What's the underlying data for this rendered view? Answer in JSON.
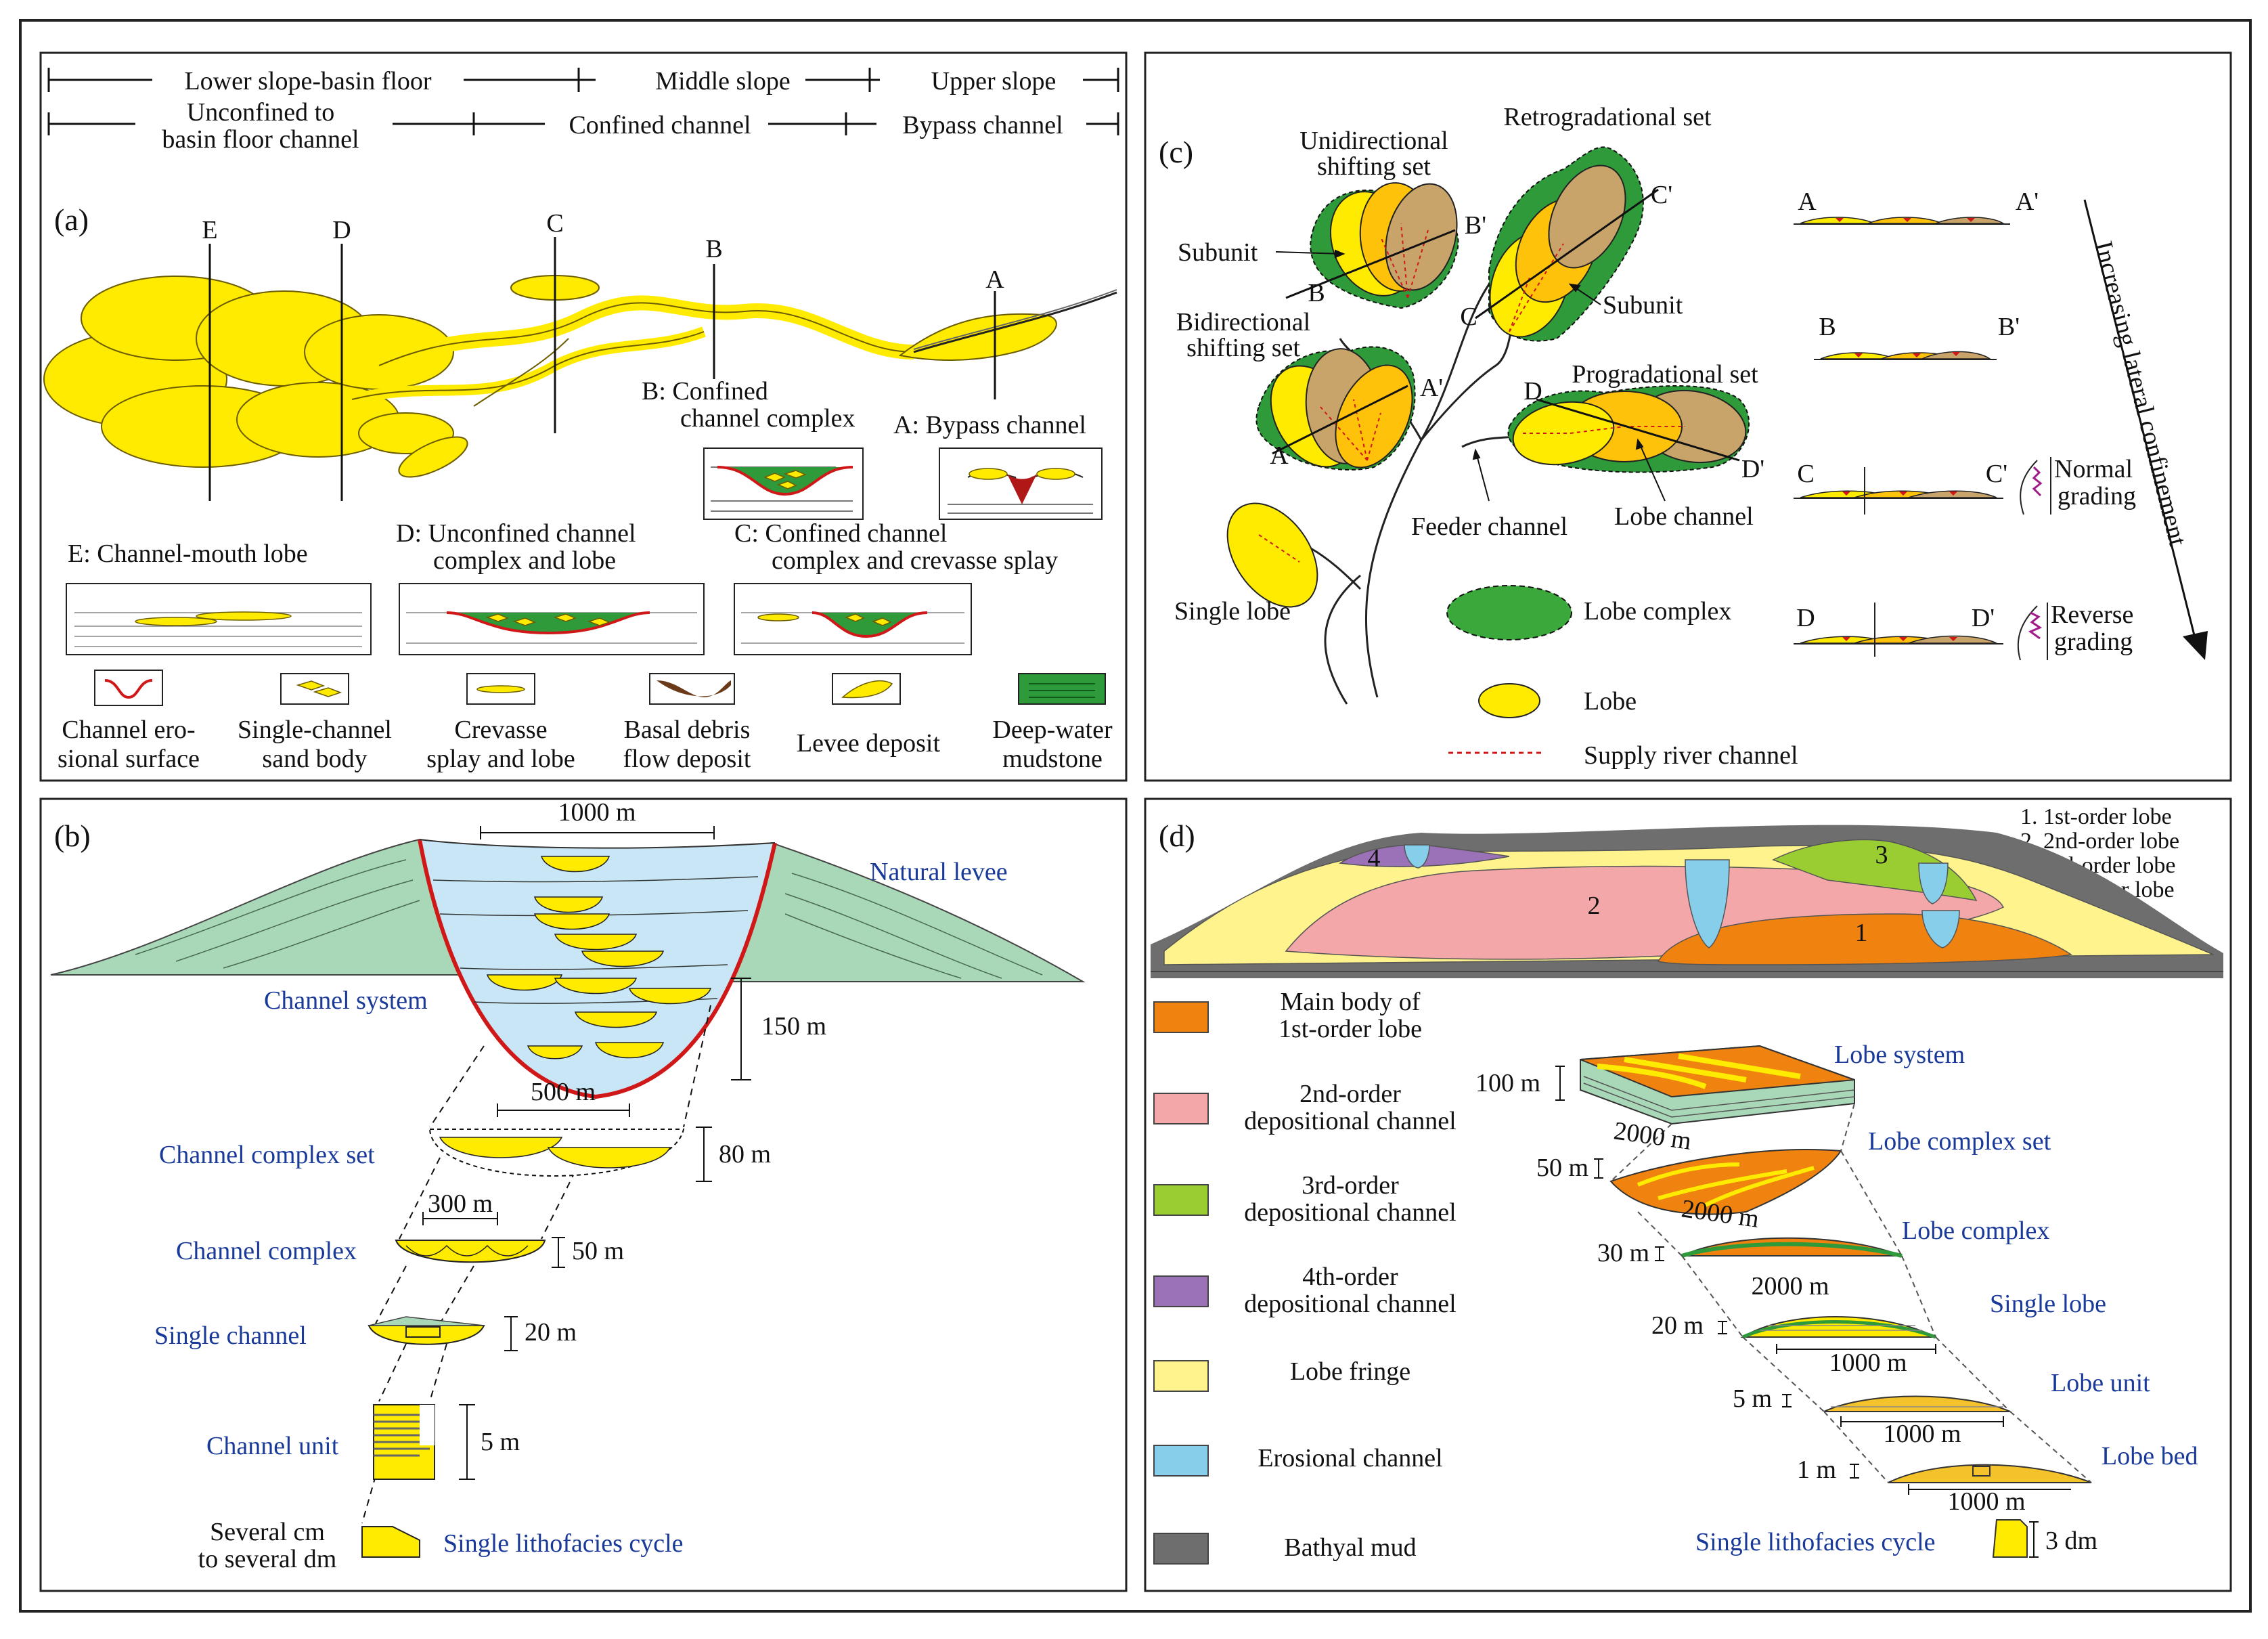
{
  "panel_a": {
    "label": "(a)",
    "zones_top": [
      "Lower slope-basin floor",
      "Middle slope",
      "Upper slope"
    ],
    "zones_bottom": [
      "Unconfined to",
      "basin floor channel",
      "Confined channel",
      "Bypass channel"
    ],
    "section_letters": [
      "E",
      "D",
      "C",
      "B",
      "A"
    ],
    "captions": {
      "b_1": "B: Confined",
      "b_2": "channel complex",
      "a": "A: Bypass channel",
      "e": "E: Channel-mouth lobe",
      "d_1": "D: Unconfined channel",
      "d_2": "complex and lobe",
      "c_1": "C: Confined channel",
      "c_2": "complex and crevasse splay"
    },
    "legend": [
      {
        "l1": "Channel ero-",
        "l2": "sional surface"
      },
      {
        "l1": "Single-channel",
        "l2": "sand body"
      },
      {
        "l1": "Crevasse",
        "l2": "splay and lobe"
      },
      {
        "l1": "Basal debris",
        "l2": "flow deposit"
      },
      {
        "l1": "Levee deposit",
        "l2": ""
      },
      {
        "l1": "Deep-water",
        "l2": "mudstone"
      }
    ]
  },
  "panel_b": {
    "label": "(b)",
    "w_1000": "1000 m",
    "natural_levee": "Natural levee",
    "channel_system": "Channel system",
    "h_150": "150 m",
    "w_500": "500 m",
    "complex_set": "Channel complex set",
    "h_80": "80 m",
    "w_300": "300 m",
    "complex": "Channel complex",
    "h_50": "50 m",
    "single": "Single channel",
    "h_20": "20 m",
    "unit": "Channel unit",
    "h_5": "5 m",
    "several_1": "Several cm",
    "several_2": "to several dm",
    "cycle": "Single lithofacies cycle"
  },
  "panel_c": {
    "label": "(c)",
    "retro": "Retrogradational set",
    "unidir_1": "Unidirectional",
    "unidir_2": "shifting set",
    "subunit": "Subunit",
    "bidir_1": "Bidirectional",
    "bidir_2": "shifting set",
    "prograd": "Progradational set",
    "feeder": "Feeder channel",
    "lobe_channel": "Lobe channel",
    "single_lobe": "Single lobe",
    "legend_complex": "Lobe complex",
    "legend_lobe": "Lobe",
    "legend_supply": "Supply river channel",
    "conf_1": "Increasing lateral confinement",
    "normal_1": "Normal",
    "normal_2": "grading",
    "reverse_1": "Reverse",
    "reverse_2": "grading",
    "markers": [
      "A",
      "A'",
      "B",
      "B'",
      "C",
      "C'",
      "D",
      "D'"
    ]
  },
  "panel_d": {
    "label": "(d)",
    "orders": [
      "1. 1st-order lobe",
      "2. 2nd-order lobe",
      "3. 3rd-order lobe",
      "4. 4th-order lobe"
    ],
    "nums": [
      "1",
      "2",
      "3",
      "4"
    ],
    "legend": [
      {
        "l1": "Main body of",
        "l2": "1st-order lobe",
        "color": "#f0820f"
      },
      {
        "l1": "2nd-order",
        "l2": "depositional channel",
        "color": "#f4a7a8"
      },
      {
        "l1": "3rd-order",
        "l2": "depositional channel",
        "color": "#9acd32"
      },
      {
        "l1": "4th-order",
        "l2": "depositional channel",
        "color": "#9b72b8"
      },
      {
        "l1": "Lobe fringe",
        "l2": "",
        "color": "#fff38e"
      },
      {
        "l1": "Erosional channel",
        "l2": "",
        "color": "#87ceeb"
      },
      {
        "l1": "Bathyal mud",
        "l2": "",
        "color": "#6e6e6e"
      }
    ],
    "hier": [
      {
        "name": "Lobe system",
        "h": "100 m",
        "w": "2000 m"
      },
      {
        "name": "Lobe complex set",
        "h": "50 m",
        "w": "2000 m"
      },
      {
        "name": "Lobe complex",
        "h": "30 m",
        "w": "2000 m"
      },
      {
        "name": "Single lobe",
        "h": "20 m",
        "w": "1000 m"
      },
      {
        "name": "Lobe unit",
        "h": "5 m",
        "w": "1000 m"
      },
      {
        "name": "Lobe bed",
        "h": "1 m",
        "w": "1000 m"
      }
    ],
    "cycle": "Single lithofacies cycle",
    "cycle_h": "3 dm"
  }
}
